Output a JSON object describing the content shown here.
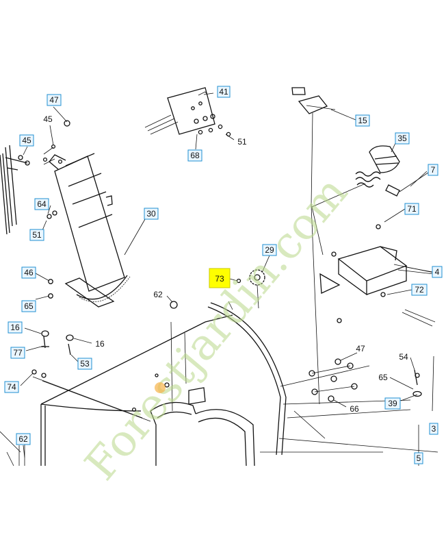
{
  "watermark": {
    "text": "Forestjardin.com"
  },
  "callouts": [
    {
      "id": "c47a",
      "label": "47",
      "boxed": true
    },
    {
      "id": "c41",
      "label": "41",
      "boxed": true
    },
    {
      "id": "c45a",
      "label": "45",
      "boxed": false
    },
    {
      "id": "c45b",
      "label": "45",
      "boxed": true
    },
    {
      "id": "c15",
      "label": "15",
      "boxed": true
    },
    {
      "id": "c35",
      "label": "35",
      "boxed": true
    },
    {
      "id": "c51a",
      "label": "51",
      "boxed": false
    },
    {
      "id": "c68",
      "label": "68",
      "boxed": true
    },
    {
      "id": "c7",
      "label": "7",
      "boxed": true
    },
    {
      "id": "c64",
      "label": "64",
      "boxed": true
    },
    {
      "id": "c51b",
      "label": "51",
      "boxed": true
    },
    {
      "id": "c30",
      "label": "30",
      "boxed": true
    },
    {
      "id": "c71",
      "label": "71",
      "boxed": true
    },
    {
      "id": "c29",
      "label": "29",
      "boxed": true
    },
    {
      "id": "c73",
      "label": "73",
      "boxed": true,
      "highlight": true
    },
    {
      "id": "c46",
      "label": "46",
      "boxed": true
    },
    {
      "id": "c65a",
      "label": "65",
      "boxed": true
    },
    {
      "id": "c4",
      "label": "4",
      "boxed": true
    },
    {
      "id": "c72",
      "label": "72",
      "boxed": true
    },
    {
      "id": "c62a",
      "label": "62",
      "boxed": false
    },
    {
      "id": "c16a",
      "label": "16",
      "boxed": true
    },
    {
      "id": "c16b",
      "label": "16",
      "boxed": false
    },
    {
      "id": "c77",
      "label": "77",
      "boxed": true
    },
    {
      "id": "c53",
      "label": "53",
      "boxed": true
    },
    {
      "id": "c47b",
      "label": "47",
      "boxed": false
    },
    {
      "id": "c54",
      "label": "54",
      "boxed": false
    },
    {
      "id": "c74",
      "label": "74",
      "boxed": true
    },
    {
      "id": "c65b",
      "label": "65",
      "boxed": false
    },
    {
      "id": "c39",
      "label": "39",
      "boxed": true
    },
    {
      "id": "c66",
      "label": "66",
      "boxed": false
    },
    {
      "id": "c3",
      "label": "3",
      "boxed": true
    },
    {
      "id": "c62b",
      "label": "62",
      "boxed": true
    },
    {
      "id": "c5",
      "label": "5",
      "boxed": true
    }
  ]
}
